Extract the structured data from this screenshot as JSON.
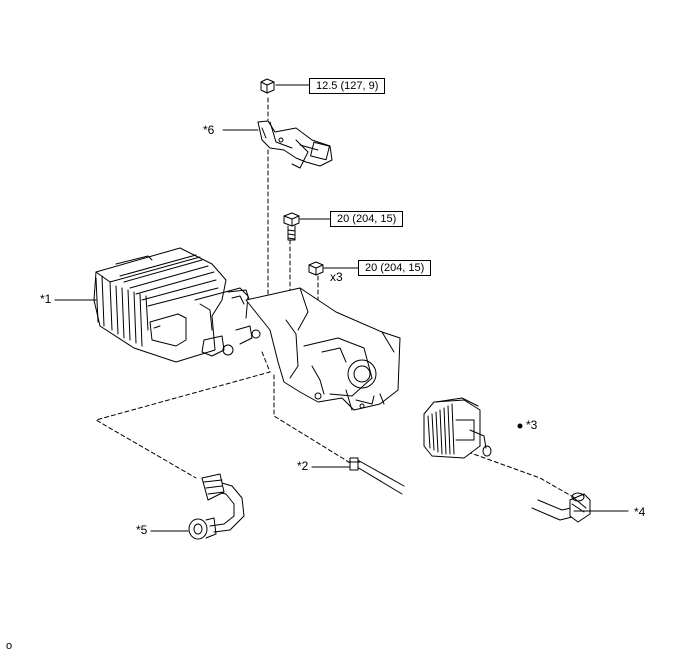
{
  "callouts": {
    "c1": "*1",
    "c2": "*2",
    "c3": "*3",
    "c4": "*4",
    "c5": "*5",
    "c6": "*6"
  },
  "torques": {
    "t1": "12.5 (127, 9)",
    "t2": "20 (204, 15)",
    "t3": "20 (204, 15)"
  },
  "quantity": "x3",
  "corner_mark": "o"
}
